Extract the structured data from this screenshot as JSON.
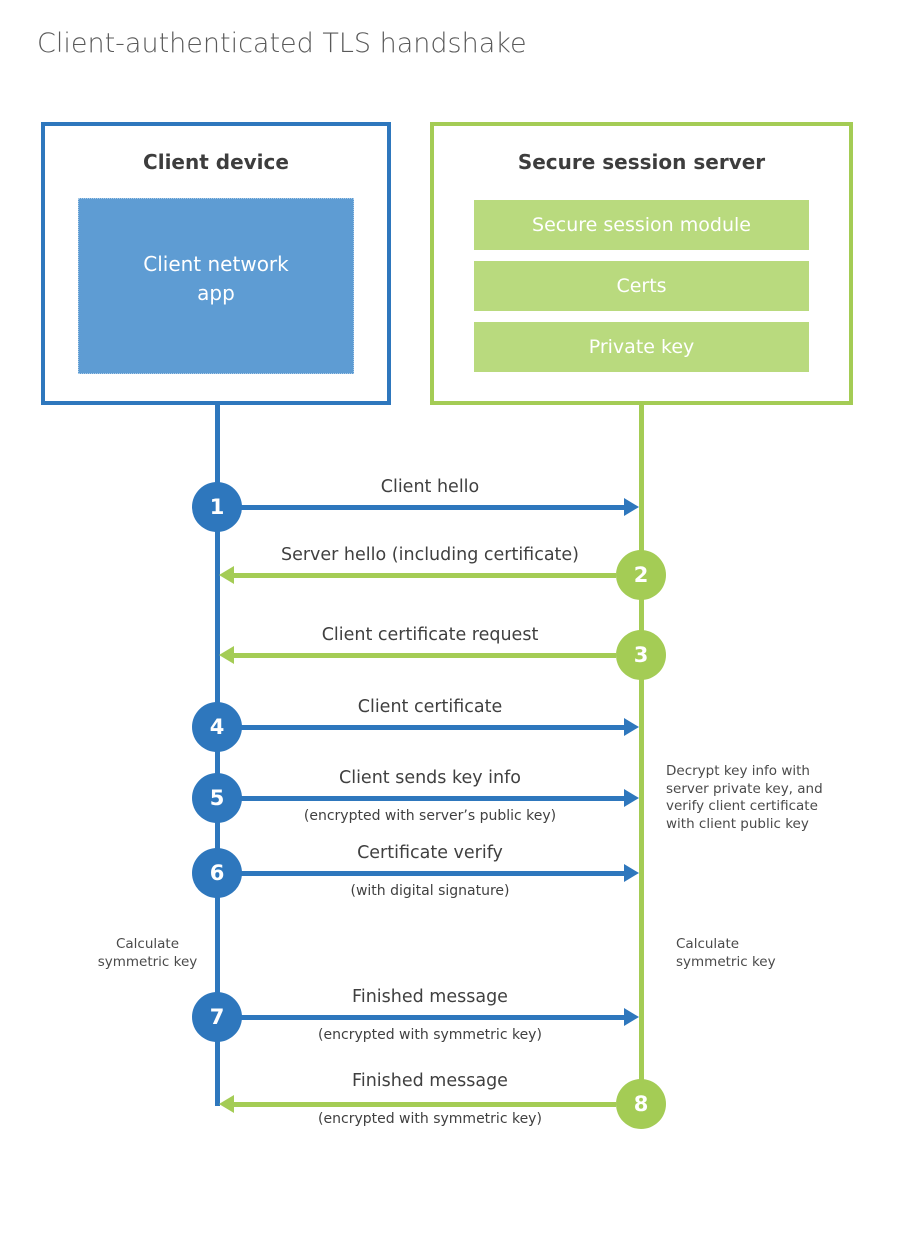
{
  "title": "Client-authenticated TLS handshake",
  "client_box": {
    "title": "Client device",
    "app": "Client network app"
  },
  "server_box": {
    "title": "Secure session server",
    "modules": [
      "Secure session module",
      "Certs",
      "Private key"
    ]
  },
  "steps": [
    {
      "num": "1",
      "direction": "client-to-server",
      "label": "Client hello",
      "sub": ""
    },
    {
      "num": "2",
      "direction": "server-to-client",
      "label": "Server hello (including certificate)",
      "sub": ""
    },
    {
      "num": "3",
      "direction": "server-to-client",
      "label": "Client certificate request",
      "sub": ""
    },
    {
      "num": "4",
      "direction": "client-to-server",
      "label": "Client certificate",
      "sub": ""
    },
    {
      "num": "5",
      "direction": "client-to-server",
      "label": "Client sends key info",
      "sub": "(encrypted with server’s public key)"
    },
    {
      "num": "6",
      "direction": "client-to-server",
      "label": "Certificate verify",
      "sub": "(with digital signature)"
    },
    {
      "num": "7",
      "direction": "client-to-server",
      "label": "Finished message",
      "sub": "(encrypted with symmetric key)"
    },
    {
      "num": "8",
      "direction": "server-to-client",
      "label": "Finished message",
      "sub": "(encrypted with symmetric key)"
    }
  ],
  "notes": {
    "decrypt": "Decrypt key info with server private key, and verify client certificate with client public key",
    "calc_left": "Calculate symmetric key",
    "calc_right": "Calculate symmetric key"
  },
  "colors": {
    "blue": "#2e77bd",
    "blue_fill": "#5e9cd3",
    "green": "#a4cc55",
    "green_fill": "#b9da7e",
    "title_text": "#595959",
    "label_text": "#404040"
  }
}
